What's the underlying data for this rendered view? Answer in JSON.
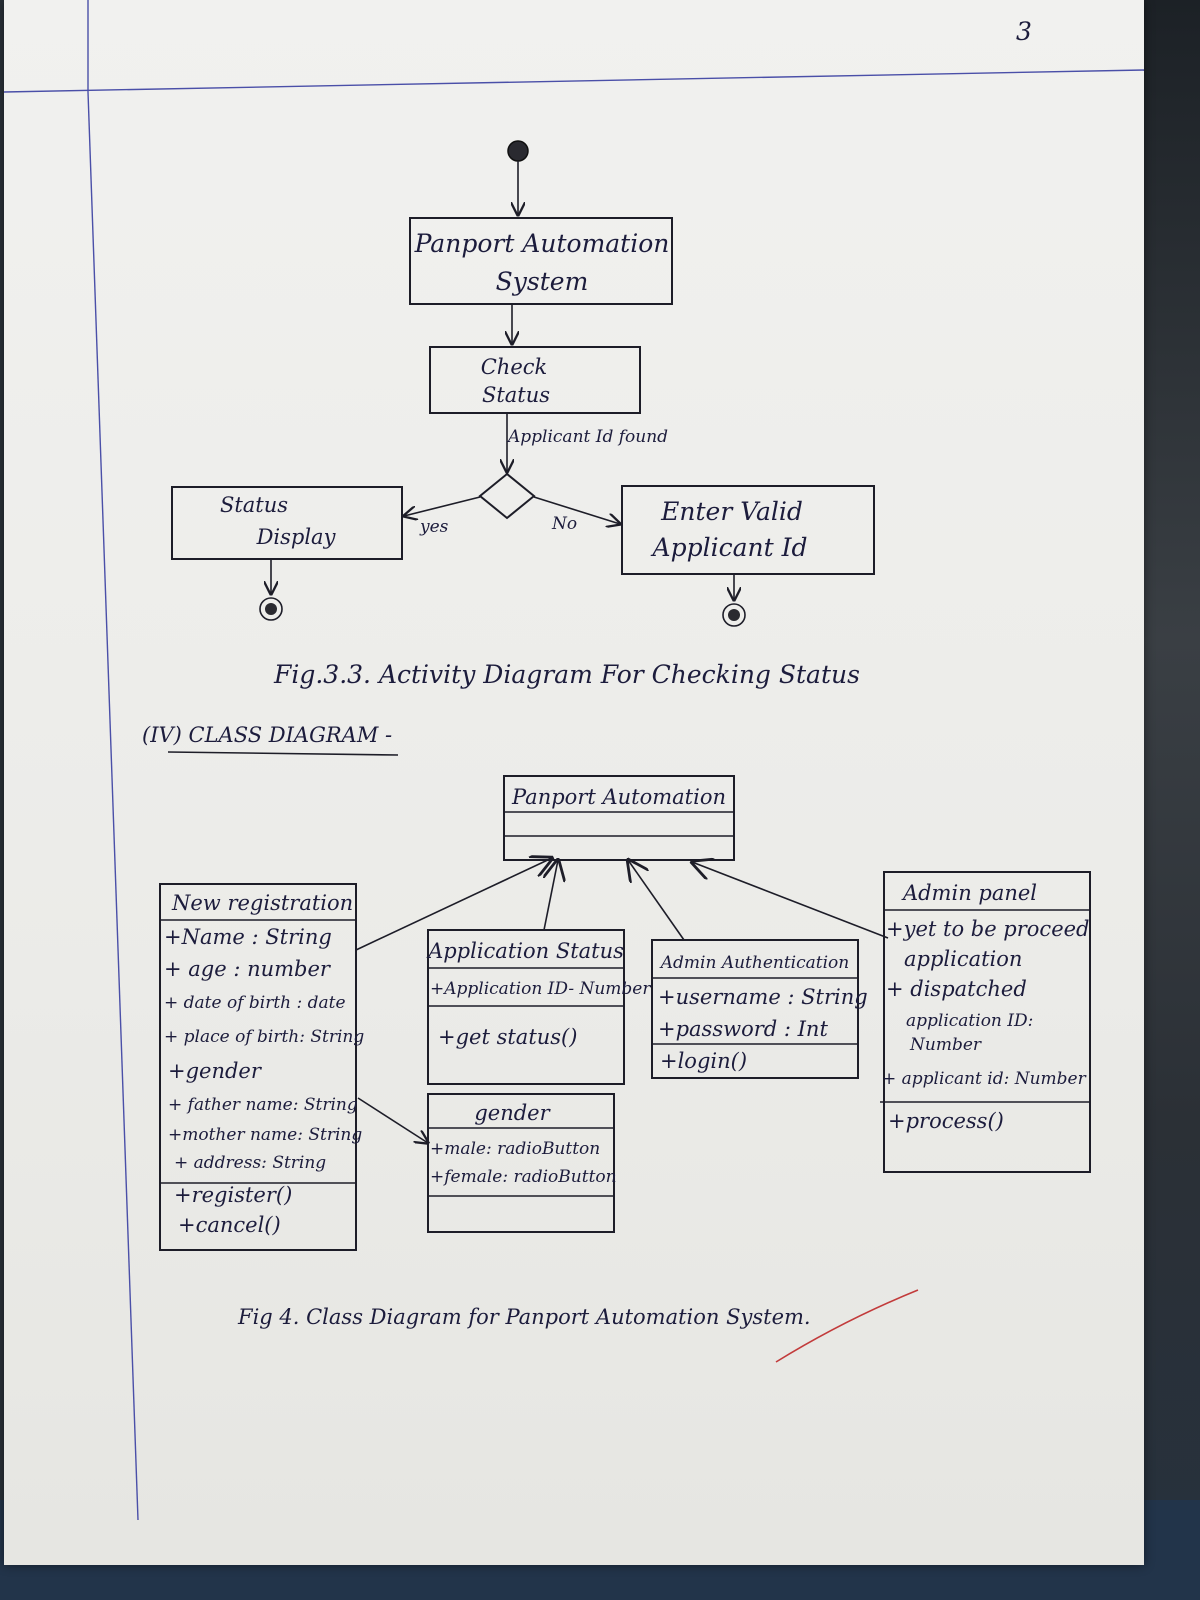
{
  "page_number": "3",
  "activity_diagram": {
    "start_label": "Panport Automation System",
    "nodes": {
      "system": [
        "Panport Automation",
        "System"
      ],
      "check_status": [
        "Check",
        "Status"
      ],
      "status_display": [
        "Status",
        "Display"
      ],
      "enter_valid": [
        "Enter Valid",
        "Applicant Id"
      ]
    },
    "guard": "Applicant Id found",
    "yes_label": "yes",
    "no_label": "No",
    "caption": "Fig.3.3. Activity Diagram For Checking Status"
  },
  "class_section_heading": "(IV) CLASS DIAGRAM -",
  "class_diagram": {
    "parent": {
      "name": "Panport Automation",
      "attributes": [],
      "methods": []
    },
    "classes": {
      "new_registration": {
        "name": "New registration",
        "attributes": [
          "+Name : String",
          "+ age : number",
          "+ date of birth : date",
          "+ place of birth: String",
          "+gender",
          "+ father name: String",
          "+mother name: String",
          "+ address: String"
        ],
        "methods": [
          "+register()",
          "+cancel()"
        ]
      },
      "application_status": {
        "name": "Application Status",
        "attributes": [
          "+Application ID- Number"
        ],
        "methods": [
          "+get status()"
        ]
      },
      "admin_authentication": {
        "name": "Admin Authentication",
        "attributes": [
          "+username : String",
          "+password : Int"
        ],
        "methods": [
          "+login()"
        ]
      },
      "admin_panel": {
        "name": "Admin panel",
        "attributes": [
          "+yet to be proceed",
          "application",
          "+ dispatched",
          "application ID:",
          "Number",
          "+ applicant id: Number"
        ],
        "methods": [
          "+process()"
        ]
      },
      "gender": {
        "name": "gender",
        "attributes": [
          "+male: radioButton",
          "+female: radioButton"
        ],
        "methods": []
      }
    },
    "caption": "Fig 4. Class Diagram for Panport Automation System."
  }
}
